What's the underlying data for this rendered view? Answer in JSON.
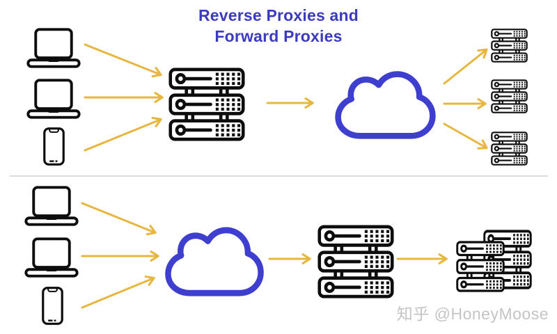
{
  "title": {
    "line1": "Reverse Proxies and",
    "line2": "Forward Proxies"
  },
  "watermark": {
    "text": "知乎 @HoneyMoose"
  },
  "colors": {
    "title_blue": "#3B3BBE",
    "cloud_blue": "#3E3ECF",
    "arrow_gold": "#E7B63F",
    "icon_black": "#0D0D0D",
    "divider_gray": "#CFCFCF",
    "watermark_gray": "#C4C4C4"
  },
  "diagram": {
    "top_row": {
      "clients": [
        "laptop",
        "laptop",
        "smartphone"
      ],
      "middle_nodes": [
        "server-stack",
        "cloud"
      ],
      "right_nodes": [
        "server-stack",
        "server-stack",
        "server-stack"
      ],
      "arrow_count": 7
    },
    "bottom_row": {
      "clients": [
        "laptop",
        "laptop",
        "smartphone"
      ],
      "middle_nodes": [
        "cloud",
        "server-stack"
      ],
      "right_nodes": [
        "server-cluster"
      ],
      "arrow_count": 5
    }
  }
}
